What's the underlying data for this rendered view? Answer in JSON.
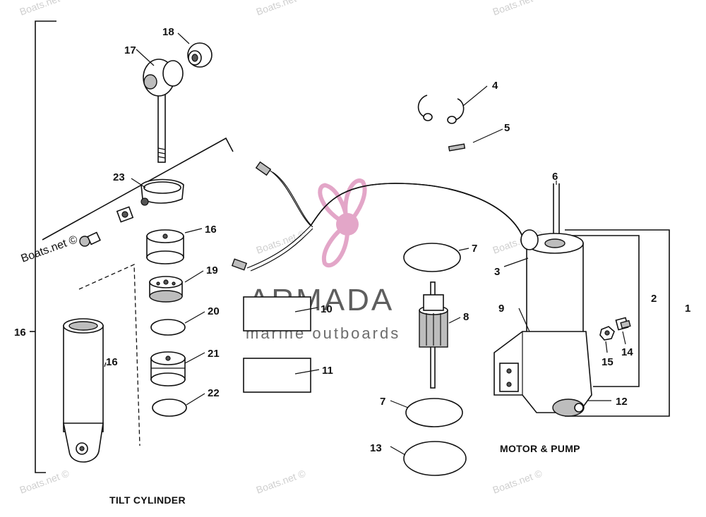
{
  "captions": {
    "tilt_cylinder": "TILT CYLINDER",
    "motor_pump": "MOTOR & PUMP"
  },
  "watermark": {
    "text": "Boats.net ©"
  },
  "brand": {
    "name": "ARMADA",
    "tagline": "marine outboards",
    "accent_color": "#e3a6c8"
  },
  "callouts": {
    "c1": "1",
    "c2": "2",
    "c3": "3",
    "c4": "4",
    "c5": "5",
    "c6": "6",
    "c7a": "7",
    "c7b": "7",
    "c8": "8",
    "c9": "9",
    "c10": "10",
    "c11": "11",
    "c12": "12",
    "c13": "13",
    "c14": "14",
    "c15": "15",
    "c16a": "16",
    "c16b": "16",
    "c16c": "16",
    "c17": "17",
    "c18": "18",
    "c19": "19",
    "c20": "20",
    "c21": "21",
    "c22": "22",
    "c23": "23"
  }
}
